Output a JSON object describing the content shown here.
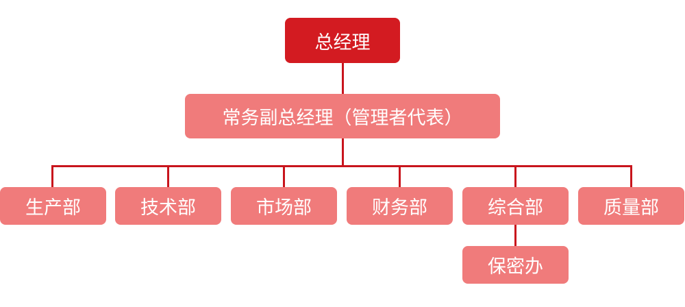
{
  "org_chart": {
    "ceo": "总经理",
    "deputy": "常务副总经理（管理者代表）",
    "departments": [
      "生产部",
      "技术部",
      "市场部",
      "财务部",
      "综合部",
      "质量部"
    ],
    "sub_office": "保密办"
  },
  "colors": {
    "top_box": "#d31b21",
    "sub_box": "#f07b7b",
    "connector": "#c8141c",
    "text": "#ffffff"
  }
}
